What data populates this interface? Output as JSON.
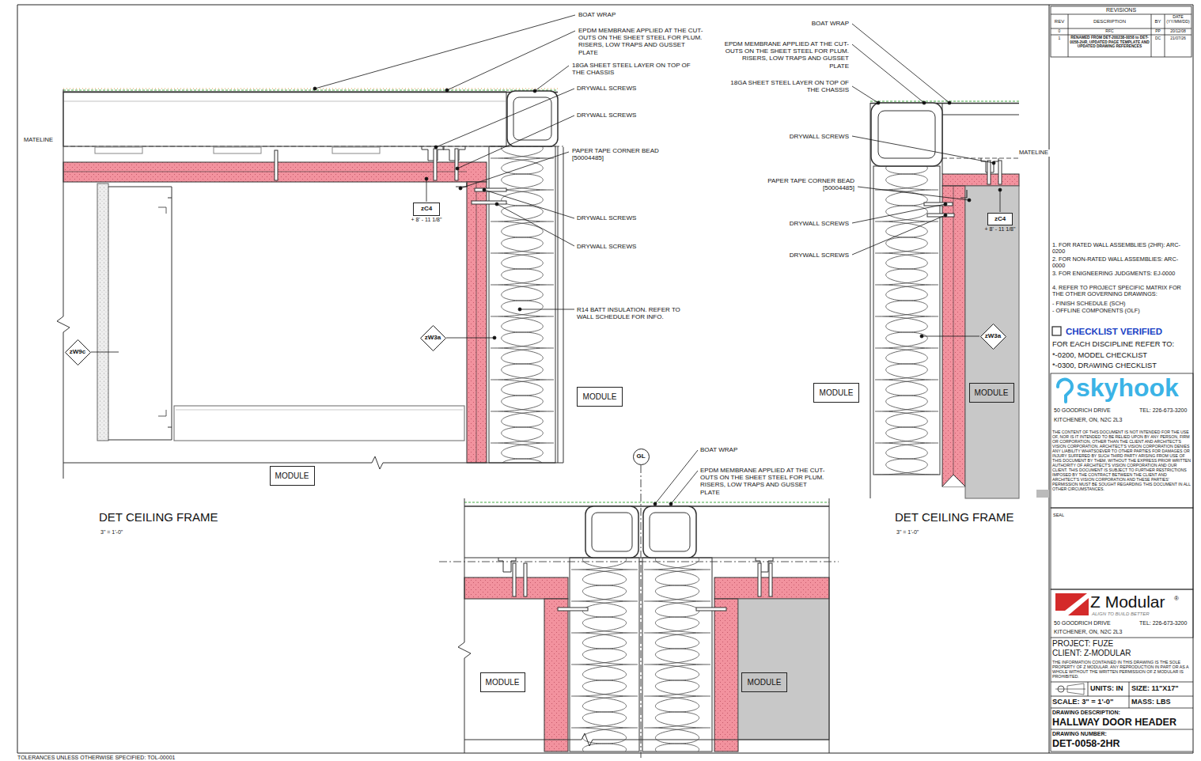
{
  "diagram": {
    "nodes": [
      {
        "text": [
          "zC4",
          "+ 8' - 11 1/8\""
        ]
      },
      {
        "text": [
          "zW9c"
        ]
      },
      {
        "text": [
          "zW3a"
        ]
      },
      {
        "text": [
          "MODULE"
        ]
      },
      {
        "text": [
          "MODULE"
        ]
      },
      {
        "text": [
          "zC4",
          "+ 8' - 11 1/8\""
        ]
      },
      {
        "text": [
          "zW3a"
        ]
      },
      {
        "text": [
          "MODULE"
        ]
      },
      {
        "text": [
          "MODULE"
        ]
      },
      {
        "text": [
          "GL"
        ]
      },
      {
        "text": [
          "MODULE"
        ]
      },
      {
        "text": [
          "MODULE"
        ]
      }
    ],
    "labels": [
      "BOAT WRAP",
      "EPDM MEMBRANE APPLIED AT THE CUT-OUTS ON THE SHEET STEEL FOR PLUM. RISERS, LOW TRAPS AND GUSSET PLATE",
      "18GA SHEET STEEL LAYER ON TOP OF THE CHASSIS",
      "DRYWALL SCREWS",
      "DRYWALL SCREWS",
      "PAPER TAPE CORNER BEAD [50004485]",
      "DRYWALL SCREWS",
      "DRYWALL SCREWS",
      "R14 BATT INSULATION. REFER TO WALL SCHEDULE FOR INFO.",
      "MATELINE",
      "DET CEILING FRAME",
      "3\" = 1'-0\"",
      "BOAT WRAP",
      "EPDM MEMBRANE APPLIED AT THE CUT-OUTS ON THE SHEET STEEL FOR PLUM. RISERS, LOW TRAPS AND GUSSET PLATE",
      "18GA SHEET STEEL LAYER ON TOP OF THE CHASSIS",
      "DRYWALL SCREWS",
      "PAPER TAPE CORNER BEAD [50004485]",
      "DRYWALL SCREWS",
      "DRYWALL SCREWS",
      "MATELINE",
      "DET CEILING FRAME",
      "3\" = 1'-0\"",
      "BOAT WRAP",
      "EPDM MEMBRANE APPLIED AT THE CUT-OUTS ON THE SHEET STEEL FOR PLUM. RISERS, LOW TRAPS AND GUSSET PLATE",
      "REVISIONS",
      "REV",
      "DESCRIPTION",
      "BY",
      "DATE (YY/MM/DD)",
      "0",
      "RFC",
      "PP",
      "20/12/08",
      "1",
      "RENAMED FROM DET-200238-0058 to DET-0058-2HR, UPDATED PAGE TEMPLATE AND UPDATED DRAWING REFERENCES",
      "DC",
      "21/07/26",
      "1. FOR RATED WALL ASSEMBLIES (2HR): ARC-0200",
      "2. FOR NON-RATED WALL ASSEMBLIES: ARC-0000",
      "3. FOR ENIGNEERING JUDGMENTS: EJ-0000",
      "4. REFER TO PROJECT SPECIFIC MATRIX FOR THE OTHER GOVERNING DRAWINGS:",
      "- FINISH SCHEDULE (SCH)",
      "- OFFLINE COMPONENTS (OLF)",
      "CHECKLIST VERIFIED",
      "FOR EACH DISCIPLINE REFER TO:",
      "*-0200, MODEL CHECKLIST",
      "*-0300, DRAWING CHECKLIST",
      "skyhook",
      "50 GOODRICH DRIVE",
      "TEL: 226-673-3200",
      "KITCHENER, ON, N2C 2L3",
      "THE CONTENT OF THIS DOCUMENT IS NOT INTENDED FOR THE USE OF, NOR IS IT INTENDED TO BE RELIED UPON BY ANY PERSON, FIRM OR CORPORATION, OTHER THAN THE CLIENT AND ARCHITECT'S VISION CORPORATION. ARCHITECT'S VISION CORPORATION DENIES ANY LIABILITY WHATSOEVER TO OTHER PARTIES FOR DAMAGES OR INJURY SUFFERED BY SUCH THIRD PARTY ARISING FROM USE OF THIS DOCUMENT BY THEM, WITHOUT THE EXPRESS PRIOR WRITTEN AUTHORITY OF ARCHITECT'S VISION CORPORATION AND OUR CLIENT. THIS DOCUMENT IS SUBJECT TO FURTHER RESTRICTIONS IMPOSED BY THE CONTRACT BETWEEN THE CLIENT AND ARCHITECT'S VISION CORPORATION AND THESE PARTIES' PERMISSION MUST BE SOUGHT REGARDING THIS DOCUMENT IN ALL OTHER CIRCUMSTANCES.",
      "SEAL",
      "Z Modular",
      "®",
      "ALIGN TO BUILD BETTER",
      "50 GOODRICH DRIVE",
      "TEL: 226-673-3200",
      "KITCHENER, ON, N2C 2L3",
      "PROJECT: FUZE",
      "CLIENT: Z-MODULAR",
      "THE INFORMATION CONTAINED IN THIS DRAWING IS THE SOLE PROPERTY OF Z MODULAR. ANY REPRODUCTION IN PART OR AS A WHOLE WITHOUT THE WRITTEN PERMISSION OF Z MODULAR IS PROHIBITED.",
      "UNITS: IN",
      "SIZE: 11\"X17\"",
      "SCALE: 3\" = 1'-0\"",
      "MASS: LBS",
      "DRAWING DESCRIPTION:",
      "HALLWAY DOOR HEADER",
      "DRAWING NUMBER:",
      "DET-0058-2HR",
      "TOLERANCES UNLESS OTHERWISE SPECIFIED: TOL-00001"
    ]
  }
}
